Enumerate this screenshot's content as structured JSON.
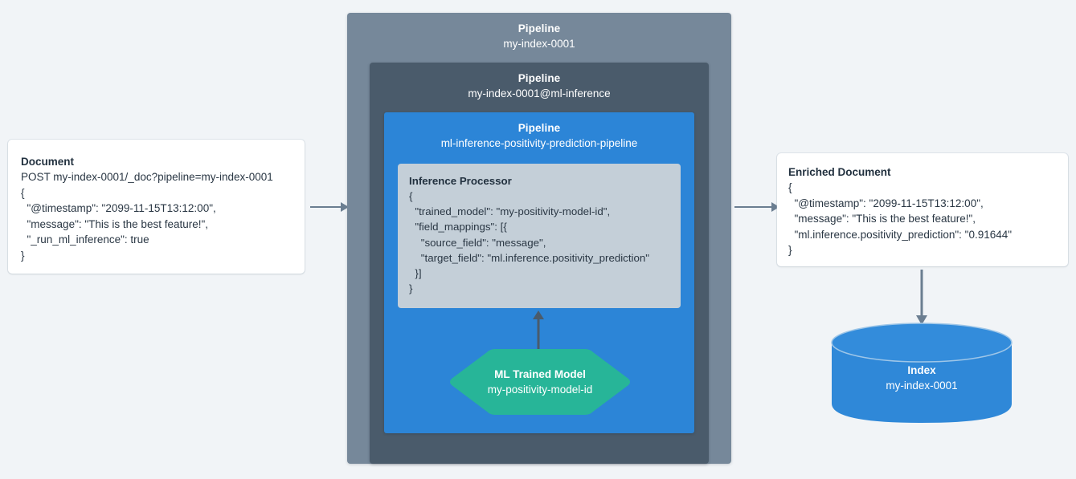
{
  "page": {
    "background_color": "#F1F4F7",
    "title": "Elasticsearch ML inference ingest pipeline diagram"
  },
  "colors": {
    "outer_pipeline": "#76889A",
    "mid_pipeline": "#4A5B6B",
    "inner_pipeline": "#2C85D7",
    "processor_box": "#C4CFD8",
    "ml_model_hex": "#27B височ"
  },
  "document": {
    "title": "Document",
    "lines": [
      "POST my-index-0001/_doc?pipeline=my-index-0001",
      "{",
      "  \"@timestamp\": \"2099-11-15T13:12:00\",",
      "  \"message\": \"This is the best feature!\",",
      "  \"_run_ml_inference\": true",
      "}"
    ]
  },
  "outer_pipeline": {
    "label": "Pipeline",
    "name": "my-index-0001"
  },
  "mid_pipeline": {
    "label": "Pipeline",
    "name": "my-index-0001@ml-inference"
  },
  "inner_pipeline": {
    "label": "Pipeline",
    "name": "ml-inference-positivity-prediction-pipeline"
  },
  "processor": {
    "title": "Inference Processor",
    "lines": [
      "{",
      "  \"trained_model\": \"my-positivity-model-id\",",
      "  \"field_mappings\": [{",
      "    \"source_field\": \"message\",",
      "    \"target_field\": \"ml.inference.positivity_prediction\"",
      "  }]",
      "}"
    ]
  },
  "ml_model": {
    "title": "ML Trained Model",
    "name": "my-positivity-model-id"
  },
  "enriched_document": {
    "title": "Enriched Document",
    "lines": [
      "{",
      "  \"@timestamp\": \"2099-11-15T13:12:00\",",
      "  \"message\": \"This is the best feature!\",",
      "  \"ml.inference.positivity_prediction\": \"0.91644\"",
      "}"
    ]
  },
  "index": {
    "title": "Index",
    "name": "my-index-0001"
  },
  "arrows": [
    {
      "id": "doc-to-pipeline",
      "direction": "right"
    },
    {
      "id": "pipeline-to-enriched",
      "direction": "right"
    },
    {
      "id": "enriched-to-index",
      "direction": "down"
    },
    {
      "id": "model-to-processor",
      "direction": "up"
    }
  ]
}
